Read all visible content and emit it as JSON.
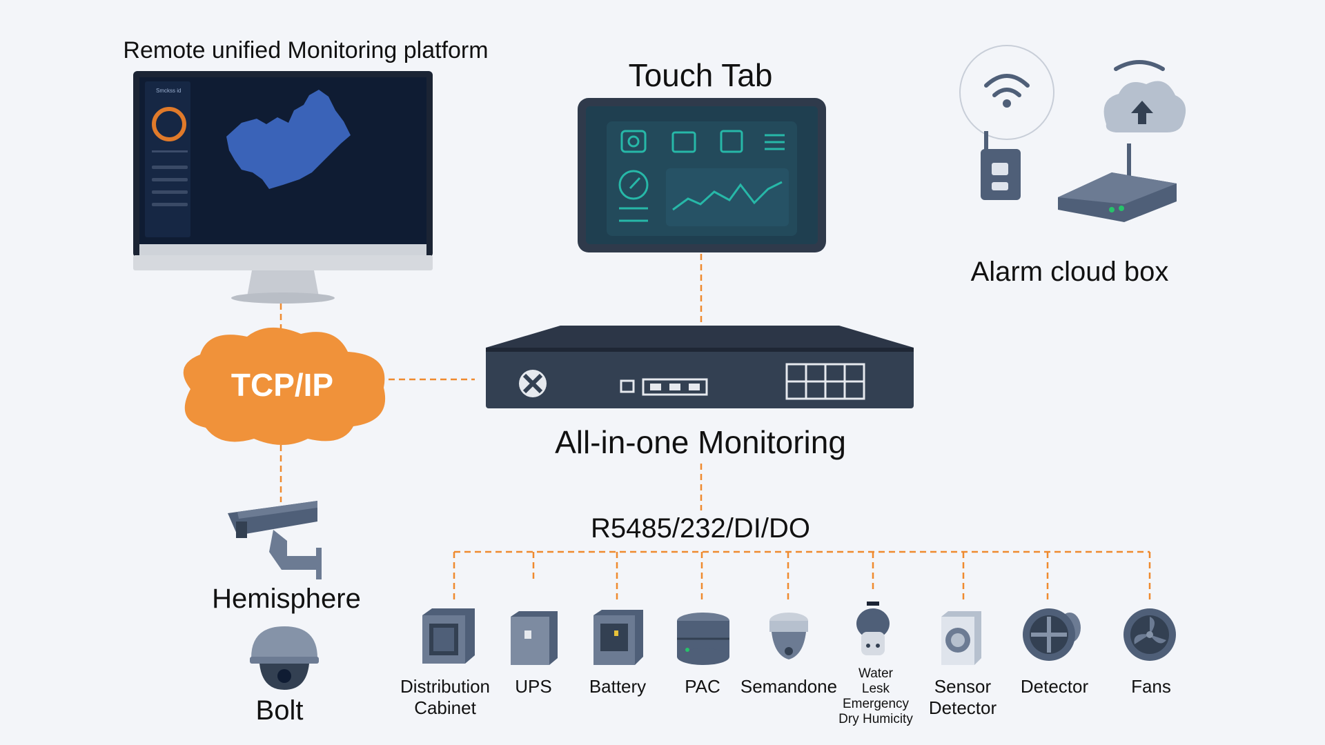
{
  "colors": {
    "background": "#f3f5f9",
    "connector": "#ef8a2e",
    "cloud": "#f0923a",
    "device": "#334052",
    "screen": "#0f1c33",
    "accent_teal": "#27b8a8",
    "map_blue": "#3a63b8"
  },
  "platform": {
    "title": "Remote unified Monitoring platform",
    "screen_tab": "Smckss id"
  },
  "touch_tab": {
    "title": "Touch Tab"
  },
  "alarm": {
    "title": "Alarm cloud box"
  },
  "network": {
    "cloud_label": "TCP/IP"
  },
  "hub": {
    "title": "All-in-one Monitoring"
  },
  "bus": {
    "label": "R5485/232/DI/DO"
  },
  "cameras": {
    "hemisphere": "Hemisphere",
    "bolt": "Bolt"
  },
  "devices": [
    {
      "label": "Distribution\nCabinet",
      "icon": "cabinet-icon"
    },
    {
      "label": "UPS",
      "icon": "ups-icon"
    },
    {
      "label": "Battery",
      "icon": "battery-icon"
    },
    {
      "label": "PAC",
      "icon": "pac-icon"
    },
    {
      "label": "Semandone",
      "icon": "sensor-dome-icon"
    },
    {
      "label": "Water\nLesk\nEmergency\nDry Humicity",
      "icon": "water-leak-icon"
    },
    {
      "label": "Sensor\nDetector",
      "icon": "sensor-grille-icon"
    },
    {
      "label": "Detector",
      "icon": "detector-fan-icon"
    },
    {
      "label": "Fans",
      "icon": "fan-icon"
    }
  ]
}
